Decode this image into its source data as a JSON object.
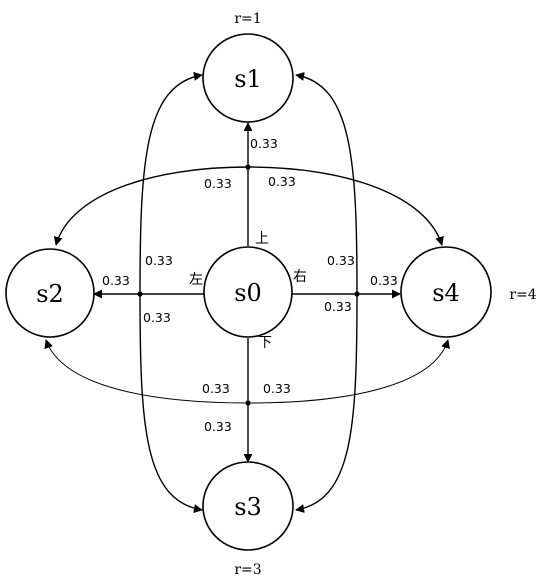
{
  "states": {
    "s0": "s0",
    "s1": "s1",
    "s2": "s2",
    "s3": "s3",
    "s4": "s4"
  },
  "rewards": {
    "s1": "r=1",
    "s3": "r=3",
    "s4": "r=4"
  },
  "actions": {
    "up": "上",
    "down": "下",
    "left": "左",
    "right": "右"
  },
  "probabilities": {
    "up_to_s1": "0.33",
    "up_to_s2": "0.33",
    "up_to_s4": "0.33",
    "left_to_s2": "0.33",
    "left_to_s1": "0.33",
    "left_to_s3": "0.33",
    "right_to_s4": "0.33",
    "right_to_s1": "0.33",
    "right_to_s3": "0.33",
    "down_to_s3": "0.33",
    "down_to_s2": "0.33",
    "down_to_s4": "0.33"
  }
}
